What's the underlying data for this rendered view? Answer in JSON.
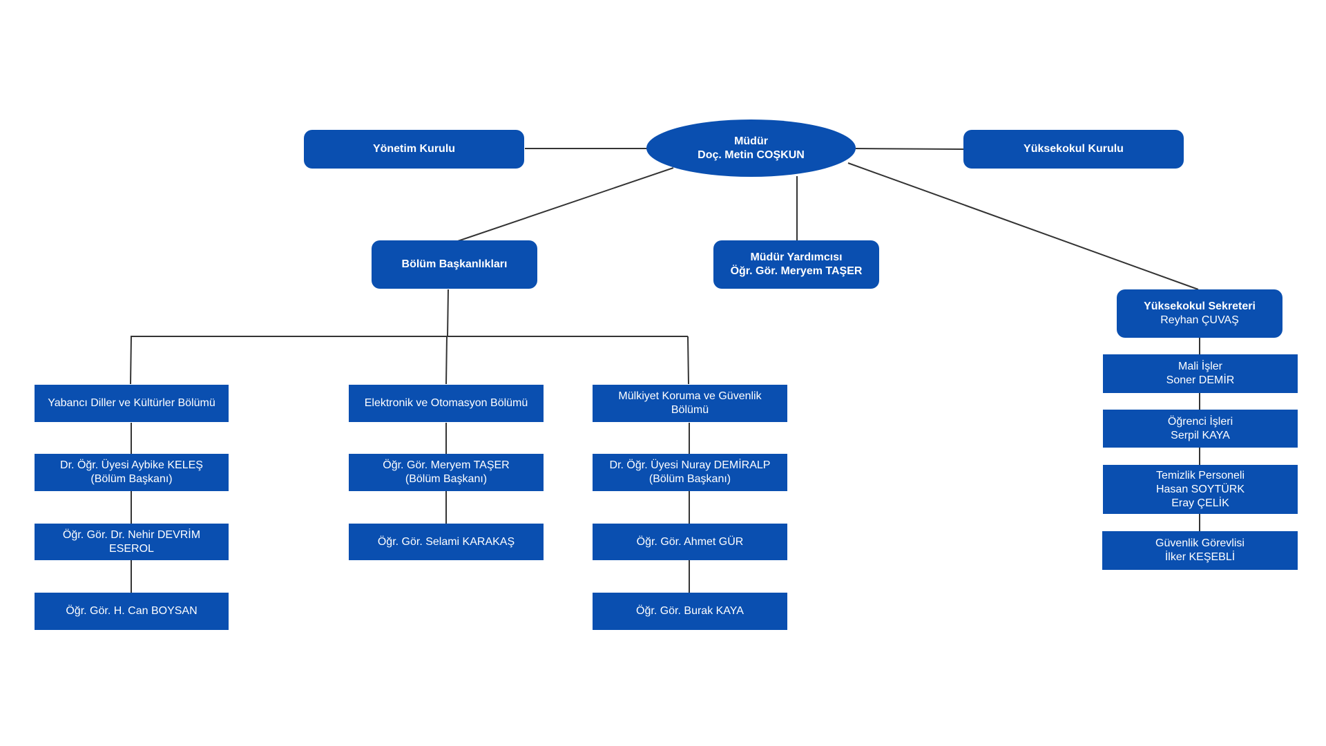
{
  "colors": {
    "box": "#0a4fb0",
    "text": "#ffffff",
    "line": "#333333"
  },
  "director": {
    "title": "Müdür",
    "name": "Doç. Metin COŞKUN"
  },
  "management_board": "Yönetim Kurulu",
  "school_board": "Yüksekokul Kurulu",
  "department_heads": "Bölüm Başkanlıkları",
  "deputy": {
    "title": "Müdür Yardımcısı",
    "name": "Öğr. Gör. Meryem TAŞER"
  },
  "secretary": {
    "title": "Yüksekokul Sekreteri",
    "name": "Reyhan ÇUVAŞ"
  },
  "dept1": {
    "name": "Yabancı Diller ve Kültürler Bölümü",
    "head_name": "Dr. Öğr. Üyesi  Aybike KELEŞ",
    "head_role": "(Bölüm Başkanı)",
    "staff1_line1": "Öğr. Gör. Dr. Nehir DEVRİM",
    "staff1_line2": "ESEROL",
    "staff2": "Öğr. Gör. H. Can BOYSAN"
  },
  "dept2": {
    "name": "Elektronik ve Otomasyon Bölümü",
    "head_name": "Öğr. Gör. Meryem TAŞER",
    "head_role": "(Bölüm Başkanı)",
    "staff1": "Öğr. Gör. Selami KARAKAŞ"
  },
  "dept3": {
    "name_line1": "Mülkiyet Koruma ve Güvenlik",
    "name_line2": "Bölümü",
    "head_name": "Dr. Öğr. Üyesi Nuray DEMİRALP",
    "head_role": "(Bölüm Başkanı)",
    "staff1": "Öğr. Gör. Ahmet GÜR",
    "staff2": "Öğr. Gör. Burak KAYA"
  },
  "admin": {
    "finance_title": "Mali İşler",
    "finance_name": "Soner DEMİR",
    "student_title": "Öğrenci İşleri",
    "student_name": "Serpil KAYA",
    "cleaning_title": "Temizlik Personeli",
    "cleaning_name1": "Hasan SOYTÜRK",
    "cleaning_name2": "Eray ÇELİK",
    "security_title": "Güvenlik Görevlisi",
    "security_name": "İlker KEŞEBLİ"
  }
}
